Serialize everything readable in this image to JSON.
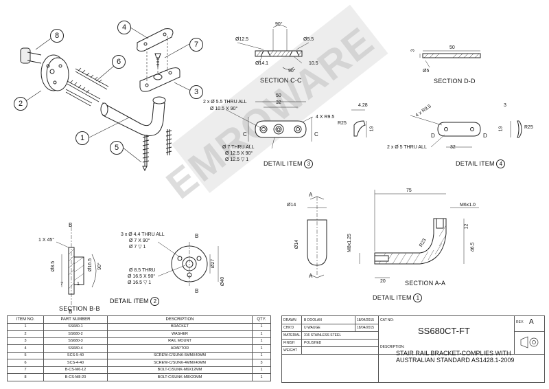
{
  "balloons": [
    "1",
    "2",
    "3",
    "4",
    "5",
    "6",
    "7",
    "8"
  ],
  "section_labels": {
    "cc": "SECTION C-C",
    "dd": "SECTION D-D",
    "bb": "SECTION B-B",
    "aa": "SECTION A-A",
    "item1": "DETAIL ITEM",
    "item2": "DETAIL ITEM",
    "item3": "DETAIL ITEM",
    "item4": "DETAIL ITEM",
    "item1_num": "1",
    "item2_num": "2",
    "item3_num": "3",
    "item4_num": "4"
  },
  "dims": {
    "cc_angle_top": "90°",
    "cc_d125": "Ø12.5",
    "cc_d55": "Ø5.5",
    "cc_d141": "Ø14.1",
    "cc_angle_bot": "90°",
    "cc_105": "10.5",
    "dd_50": "50",
    "dd_3": "3",
    "dd_d5": "Ø5",
    "i3_50": "50",
    "i3_32": "32",
    "i3_thru1": "2 x Ø 5.5 THRU ALL",
    "i3_thru2": "Ø 10.5 X 90°",
    "i3_r95": "4 X R9.5",
    "i3_7thru": "Ø 7 THRU ALL",
    "i3_125x90": "Ø 12.5 X 90°",
    "i3_125d": "Ø 12.5 ▽ 1",
    "i3_c": "C",
    "i3_c2": "C",
    "i3_428": "4.28",
    "i3_r25": "R25",
    "i3_19": "19",
    "i4_3": "3",
    "i4_r95": "4 x R9.5",
    "i4_d": "D",
    "i4_d2": "D",
    "i4_19": "19",
    "i4_r25": "R25",
    "i4_thru": "2 x Ø 5 THRU ALL",
    "i4_32": "32",
    "a_top": "A",
    "a_bot": "A",
    "a_d14": "Ø14",
    "a_d14b": "Ø14",
    "a_m8": "M8x1.25",
    "a_75": "75",
    "a_m6": "M6x1.0",
    "a_12": "12",
    "a_r23": "R23",
    "a_465": "46.5",
    "a_20": "20",
    "b_1x45": "1 X 45°",
    "b_b": "B",
    "b_b2": "B",
    "b_d85": "Ø8.5",
    "b_d165": "Ø16.5",
    "b_90": "90°",
    "b_7": "7",
    "b_1": "1",
    "i2_thru": "3 x Ø 4.4 THRU ALL",
    "i2_7x90": "Ø 7 X 90°",
    "i2_7d": "Ø 7 ▽ 1",
    "i2_85": "Ø 8.5 THRU",
    "i2_165x90": "Ø 16.5 X 90°",
    "i2_165d": "Ø 16.5 ▽ 1",
    "i2_d27": "Ø27",
    "i2_d40": "Ø40",
    "i2_b": "B",
    "i2_b2": "B"
  },
  "watermark": "EMROWARE",
  "bom": {
    "headers": [
      "ITEM NO.",
      "PART NUMBER",
      "DESCRIPTION",
      "QTY."
    ],
    "rows": [
      [
        "1",
        "SS680-1",
        "BRACKET",
        "1"
      ],
      [
        "2",
        "SS680-2",
        "WASHER",
        "1"
      ],
      [
        "3",
        "SS680-3",
        "RAIL MOUNT",
        "1"
      ],
      [
        "4",
        "SS680-4",
        "ADAPTOR",
        "1"
      ],
      [
        "5",
        "SCS-5-40",
        "SCREW-C/SUNK-5MMX40MM",
        "1"
      ],
      [
        "6",
        "SCS-4-40",
        "SCREW-C/SUNK-4MMX40MM",
        "3"
      ],
      [
        "7",
        "B-CS-M6-12",
        "BOLT-C/SUNK-M6X12MM",
        "1"
      ],
      [
        "8",
        "B-CS-M8-20",
        "BOLT-C/SUNK-M8X20MM",
        "1"
      ]
    ]
  },
  "title_block": {
    "drawn_label": "DRAWN",
    "drawn_by": "B DOOLAN",
    "drawn_date": "18/04/2015",
    "chkd_label": "CHK'D",
    "chkd_by": "U WAUGE",
    "chkd_date": "18/04/2015",
    "material_label": "MATERIAL",
    "material": "316 STAINLESS STEEL",
    "finish_label": "FINISH",
    "finish": "POLISHED",
    "weight_label": "WEIGHT",
    "cat_label": "CAT NO:",
    "cat_no": "SS680CT-FT",
    "rev_label": "REV.",
    "rev": "A",
    "desc_label": "DESCRIPTION:",
    "desc1": "STAIR RAIL BRACKET-COMPLIES WITH",
    "desc2": "AUSTRALIAN STANDARD AS1428.1-2009"
  }
}
